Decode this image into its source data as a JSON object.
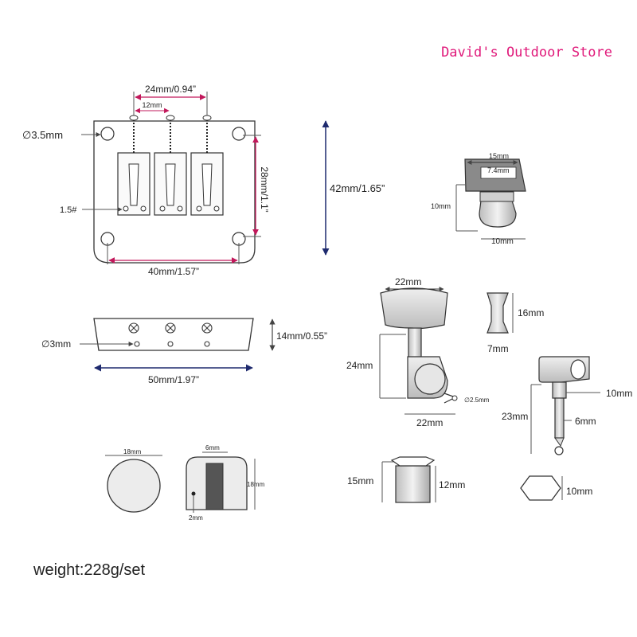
{
  "store": {
    "name": "David's Outdoor Store",
    "color": "#e0197a"
  },
  "bridge_top": {
    "spacing_outer": "24mm/0.94”",
    "spacing_inner": "12mm",
    "hole_dia": "∅3.5mm",
    "height": "28mm/1.1”",
    "screw": "1.5#",
    "width": "40mm/1.57”",
    "length": "42mm/1.65”"
  },
  "bridge_side": {
    "hole_dia": "∅3mm",
    "height": "14mm/0.55”",
    "width": "50mm/1.97”"
  },
  "strap_button": {
    "top": "15mm",
    "inner": "7.4mm",
    "height": "10mm",
    "bottom": "10mm"
  },
  "tuner": {
    "button_width": "22mm",
    "height": "24mm",
    "base_width": "22mm",
    "screw_hole": "∅2.5mm"
  },
  "bushing_side": {
    "height": "16mm",
    "width": "7mm"
  },
  "tuner_side": {
    "head": "10mm",
    "height": "23mm",
    "post": "6mm"
  },
  "washer": {
    "outer": "15mm",
    "inner": "12mm"
  },
  "nut": {
    "size": "10mm"
  },
  "knob_top": {
    "dia": "18mm"
  },
  "knob_side": {
    "shaft": "6mm",
    "height": "18mm",
    "screw": "2mm"
  },
  "weight": "weight:228g/set",
  "colors": {
    "accent": "#e0197a",
    "metal": "#d9d9d9",
    "navy": "#1e2a6e"
  }
}
